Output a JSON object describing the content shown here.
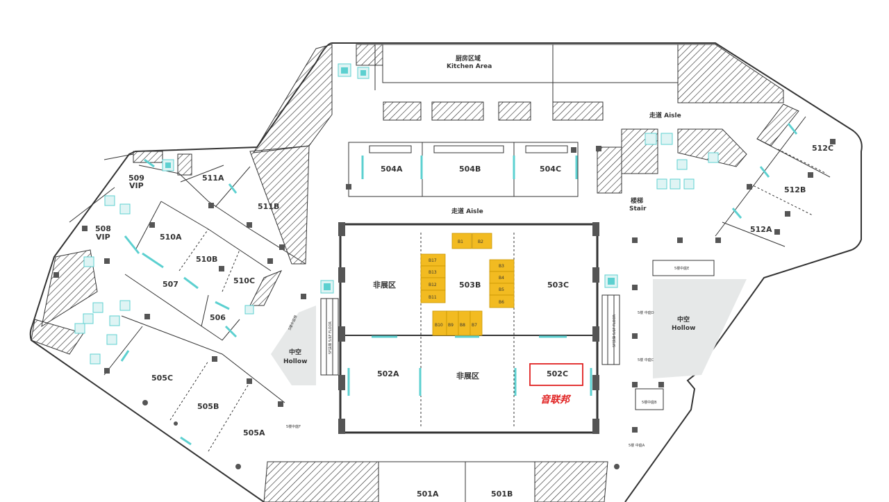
{
  "areas": {
    "kitchen": {
      "zh": "厨房区域",
      "en": "Kitchen Area"
    },
    "aisle_top": "走道 Aisle",
    "aisle_mid": "走道 Aisle",
    "stair": {
      "zh": "楼梯",
      "en": "Stair"
    },
    "hollow_left": {
      "zh": "中空",
      "en": "Hollow"
    },
    "hollow_right": {
      "zh": "中空",
      "en": "Hollow"
    },
    "non_exhibit_upper": "非展区",
    "non_exhibit_lower": "非展区"
  },
  "rooms": {
    "r504A": "504A",
    "r504B": "504B",
    "r504C": "504C",
    "r503B": "503B",
    "r503C": "503C",
    "r502A": "502A",
    "r502C": "502C",
    "r501A": "501A",
    "r501B": "501B",
    "r505A": "505A",
    "r505B": "505B",
    "r505C": "505C",
    "r506": "506",
    "r507": "507",
    "r508": {
      "num": "508",
      "sub": "VIP"
    },
    "r509": {
      "num": "509",
      "sub": "VIP"
    },
    "r510A": "510A",
    "r510B": "510B",
    "r510C": "510C",
    "r511A": "511A",
    "r511B": "511B",
    "r512A": "512A",
    "r512B": "512B",
    "r512C": "512C"
  },
  "small_labels": {
    "escalator_left": "5F扶梯 5/6F FLOOR",
    "escalator_right": "5F扶梯 5/6F FLOOR",
    "entry_left": "5楼中庭梯",
    "entry_bottom_left": "5楼中庭F",
    "entry_right_top": "5楼中庭E",
    "side_d": "5楼 中庭D",
    "side_c": "5楼 中庭C",
    "side_b": "5楼中庭B",
    "side_a": "5楼 中庭A"
  },
  "booths": [
    "B1",
    "B2",
    "B17",
    "B13",
    "B12",
    "B11",
    "B3",
    "B4",
    "B5",
    "B6",
    "B10",
    "B9",
    "B8",
    "B7"
  ],
  "highlight": {
    "room": "502C",
    "brand": "音联邦",
    "color": "#e02020"
  },
  "colors": {
    "booth": "#f2bb21",
    "accent": "#5cd0d0",
    "hollow": "#e6e8e8",
    "wall": "#333333"
  }
}
